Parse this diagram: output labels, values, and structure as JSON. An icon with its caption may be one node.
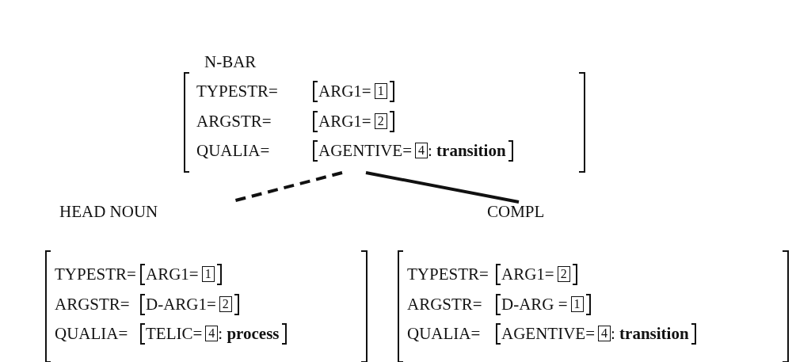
{
  "diagram": {
    "nodes": [
      {
        "text": [
          "N-BAR",
          "TYPESTR=",
          "ARG1=",
          "1",
          "ARGSTR=",
          "ARG1=",
          "2",
          "QUALIA=",
          "AGENTIVE=",
          "4",
          ": **transition**"
        ]
      },
      {
        "text": [
          "HEAD NOUN",
          "TYPESTR=",
          "ARG1=",
          "1",
          "ARGSTR=",
          "D-ARG1=",
          "2",
          "QUALIA=",
          "TELIC=",
          "4",
          ": **process**"
        ]
      },
      {
        "text": [
          "COMPL",
          "TYPESTR=",
          "ARG1=",
          "2",
          "ARGSTR=",
          "D-ARG =",
          "1",
          "QUALIA=",
          "AGENTIVE=",
          "4",
          ": **transition**"
        ]
      }
    ],
    "edges": [
      {
        "from": 0,
        "to": 1,
        "arrow": "none",
        "style": "dashed"
      },
      {
        "from": 0,
        "to": 2,
        "arrow": "none"
      }
    ]
  }
}
